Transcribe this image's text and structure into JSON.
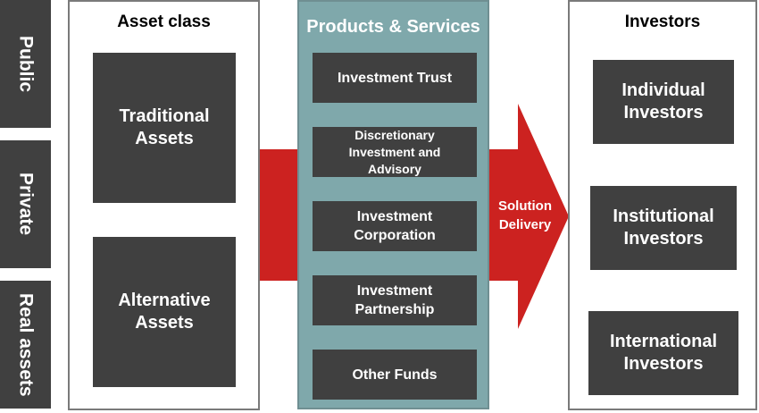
{
  "categories": [
    {
      "label": "Public"
    },
    {
      "label": "Private"
    },
    {
      "label": "Real assets"
    }
  ],
  "asset_class": {
    "heading": "Asset class",
    "items": [
      {
        "label": "Traditional\nAssets",
        "line1": "Traditional",
        "line2": "Assets"
      },
      {
        "label": "Alternative\nAssets",
        "line1": "Alternative",
        "line2": "Assets"
      }
    ]
  },
  "products": {
    "heading": "Products & Services",
    "items": [
      {
        "lines": [
          "Investment Trust"
        ]
      },
      {
        "lines": [
          "Discretionary",
          "Investment and",
          "Advisory"
        ]
      },
      {
        "lines": [
          "Investment",
          "Corporation"
        ]
      },
      {
        "lines": [
          "Investment",
          "Partnership"
        ]
      },
      {
        "lines": [
          "Other Funds"
        ]
      }
    ]
  },
  "flow_arrow": {
    "line1": "Solution",
    "line2": "Delivery"
  },
  "investors": {
    "heading": "Investors",
    "items": [
      {
        "line1": "Individual",
        "line2": "Investors"
      },
      {
        "line1": "Institutional",
        "line2": "Investors"
      },
      {
        "line1": "International",
        "line2": "Investors"
      }
    ]
  },
  "colors": {
    "dark_box": "#404040",
    "products_panel": "#7fa8ab",
    "arrow_red": "#cc2220",
    "panel_border": "#7a7a7a"
  }
}
